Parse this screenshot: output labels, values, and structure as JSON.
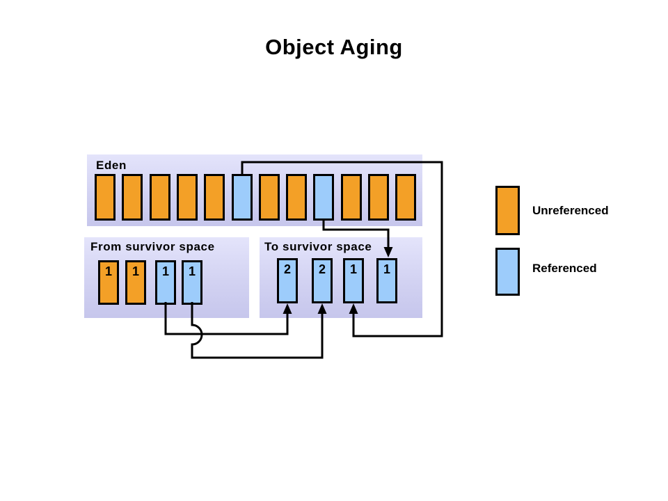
{
  "title": "Object Aging",
  "eden": {
    "label": "Eden",
    "cells": [
      "u",
      "u",
      "u",
      "u",
      "u",
      "b",
      "u",
      "u",
      "b",
      "u",
      "u",
      "u"
    ]
  },
  "from_space": {
    "label": "From survivor space",
    "cells": [
      {
        "age": "1",
        "type": "u"
      },
      {
        "age": "1",
        "type": "u"
      },
      {
        "age": "1",
        "type": "b"
      },
      {
        "age": "1",
        "type": "b"
      }
    ]
  },
  "to_space": {
    "label": "To survivor space",
    "cells": [
      {
        "age": "2",
        "type": "b"
      },
      {
        "age": "2",
        "type": "b"
      },
      {
        "age": "1",
        "type": "b"
      },
      {
        "age": "1",
        "type": "b"
      }
    ]
  },
  "legend": [
    {
      "label": "Unreferenced",
      "type": "u"
    },
    {
      "label": "Referenced",
      "type": "b"
    }
  ],
  "connections": [
    {
      "from": "eden-cell-6-referenced",
      "to": "to-survivor-cell-3"
    },
    {
      "from": "eden-cell-9-referenced",
      "to": "to-survivor-cell-4"
    },
    {
      "from": "from-survivor-cell-3",
      "to": "to-survivor-cell-1"
    },
    {
      "from": "from-survivor-cell-4",
      "to": "to-survivor-cell-2"
    }
  ],
  "colors": {
    "unreferenced": "#F3A027",
    "referenced": "#9DCCFB",
    "panel_top": "#E4E4FB",
    "panel_bottom": "#C6C6EC",
    "line": "#000000",
    "background": "#FFFFFF"
  }
}
